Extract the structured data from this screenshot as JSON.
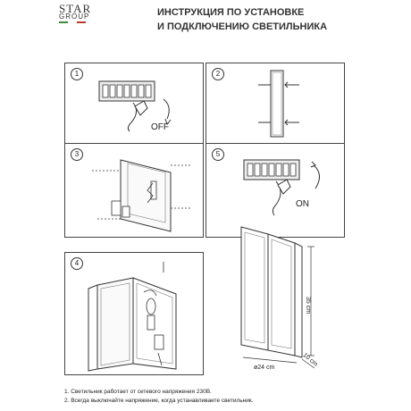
{
  "brand": {
    "star": "STAR",
    "group": "GROUP"
  },
  "title": {
    "line1": "ИНСТРУКЦИЯ ПО УСТАНОВКЕ",
    "line2": "И ПОДКЛЮЧЕНИЮ СВЕТИЛЬНИКА"
  },
  "steps": {
    "s1": {
      "num": "1",
      "label": "OFF"
    },
    "s2": {
      "num": "2"
    },
    "s3": {
      "num": "3"
    },
    "s4": {
      "num": "4"
    },
    "s5": {
      "num": "5",
      "label": "ON"
    }
  },
  "dimensions": {
    "height": "35 cm",
    "width": "ø24 cm",
    "depth": "10 cm"
  },
  "notes": {
    "line1": "1. Светильник работает от сетевого напряжения 230В.",
    "line2": "2. Всегда выключайте напряжение, когда устанавливаете светильник."
  }
}
